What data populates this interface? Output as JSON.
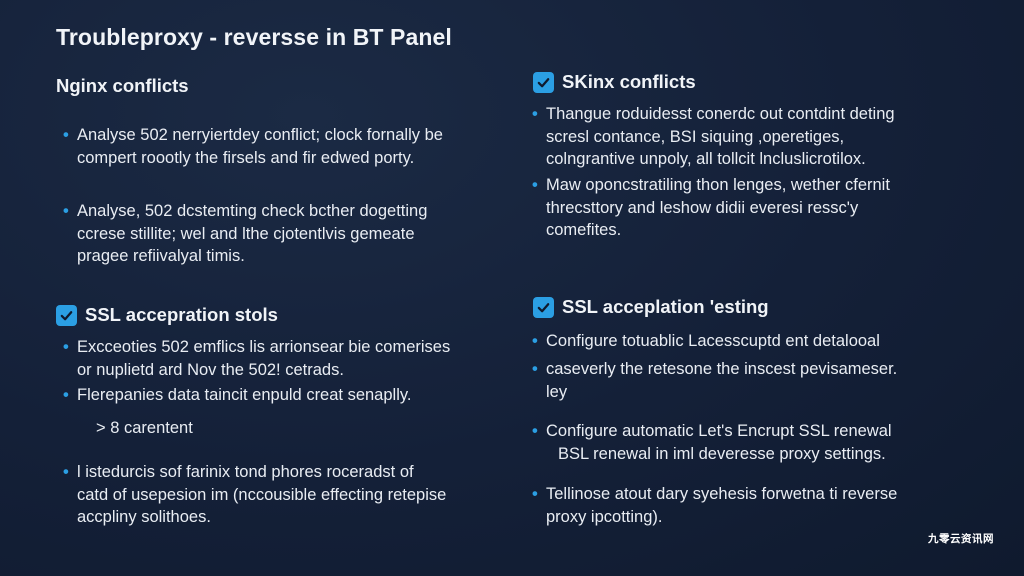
{
  "title": "Troubleproxy - reversse in BT Panel",
  "left": {
    "heading1": "Nginx conflicts",
    "bullets1": [
      {
        "lines": [
          "Analyse 502 nerryiertdey conflict; clock fornally be",
          "compert roootly the firsels and fir edwed porty."
        ]
      },
      {
        "lines": [
          "Analyse, 502 dcstemting check bcther dogetting",
          "ccrese stillite; wel and lthe cjotentlvis gemeate",
          "pragee refiivalyal timis."
        ]
      }
    ],
    "heading2": "SSL accepration stols",
    "bullets2": [
      {
        "lines": [
          "Excceoties 502 emflics lis arrionsear bie comerises",
          "or nuplietd ard Nov the 502! cetrads."
        ]
      },
      {
        "lines": [
          "Flerepanies data taincit enpuld creat senaplly."
        ]
      }
    ],
    "sub_item": "> 8 carentent",
    "bullets3": [
      {
        "lines": [
          "l istedurcis sof farinix tond phores roceradst of",
          "catd of usepesion im (nccousible effecting retepise",
          "accpliny solithoes."
        ]
      }
    ]
  },
  "right": {
    "heading1": "SKinx conflicts",
    "bullets1": [
      {
        "lines": [
          "Thangue roduidesst conerdc out contdint deting",
          "scresl contance, BSI siquing ,operetiges,",
          "colngrantive unpoly, all tollcit lncluslicrotilox."
        ]
      },
      {
        "lines": [
          "Maw oponcstratiling thon lenges, wether cfernit",
          "threcsttory and leshow didii everesi ressc'y",
          "comefites."
        ]
      }
    ],
    "heading2": "SSL acceplation 'esting",
    "bullets2": [
      {
        "lines": [
          "Configure totuablic Lacesscuptd ent detalooal"
        ]
      },
      {
        "lines": [
          "caseverly the retesone the inscest pevisameser.",
          "ley"
        ]
      }
    ],
    "bullets3": [
      {
        "lines": [
          "Configure automatic Let's Encrupt SSL renewal",
          "  BSL renewal in iml deveresse proxy settings."
        ]
      },
      {
        "lines": [
          "Tellinose atout dary syehesis forwetna ti reverse",
          "proxy ipcotting)."
        ]
      }
    ]
  },
  "watermark": "九零云资讯网",
  "colors": {
    "accent": "#2b9fe4",
    "background": "#142038",
    "text": "#f1f4f8"
  }
}
